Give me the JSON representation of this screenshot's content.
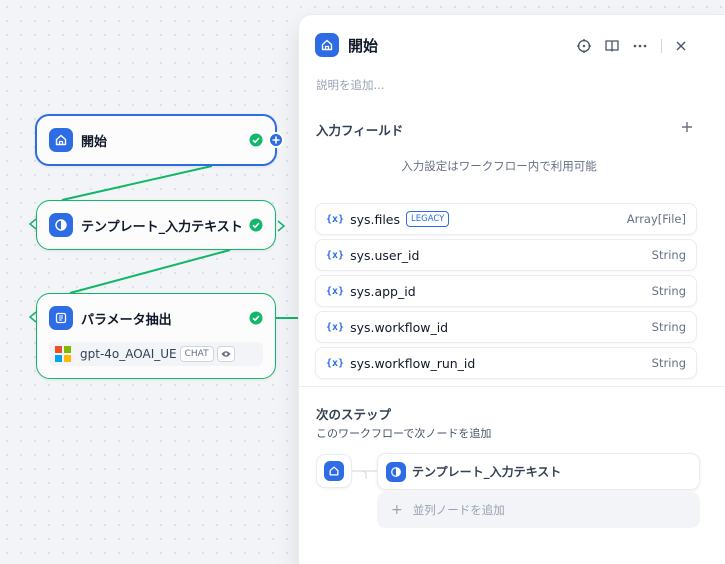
{
  "canvas": {
    "nodes": [
      {
        "title": "開始"
      },
      {
        "title": "テンプレート_入力テキスト"
      },
      {
        "title": "パラメータ抽出",
        "model": "gpt-4o_AOAI_UE",
        "model_badge": "CHAT"
      }
    ]
  },
  "panel": {
    "title": "開始",
    "description_placeholder": "説明を追加...",
    "input_section_title": "入力フィールド",
    "input_hint": "入力設定はワークフロー内で利用可能",
    "variables": [
      {
        "icon": "{x}",
        "name": "sys.files",
        "badge": "LEGACY",
        "type": "Array[File]"
      },
      {
        "icon": "{x}",
        "name": "sys.user_id",
        "type": "String"
      },
      {
        "icon": "{x}",
        "name": "sys.app_id",
        "type": "String"
      },
      {
        "icon": "{x}",
        "name": "sys.workflow_id",
        "type": "String"
      },
      {
        "icon": "{x}",
        "name": "sys.workflow_run_id",
        "type": "String"
      }
    ],
    "next_step": {
      "title": "次のステップ",
      "subtitle": "このワークフローで次ノードを追加",
      "next_node_label": "テンプレート_入力テキスト",
      "add_parallel_label": "並列ノードを追加"
    }
  },
  "icons": {
    "start": "home-icon",
    "template": "template-transform-icon",
    "param": "parameter-extractor-icon",
    "run": "crosshair-icon",
    "layout": "book-open-icon",
    "more": "more-dots-icon",
    "close": "close-icon"
  },
  "colors": {
    "accent": "#2e6ce6",
    "success": "#12b76a",
    "canvas_bg": "#f2f4f7"
  }
}
